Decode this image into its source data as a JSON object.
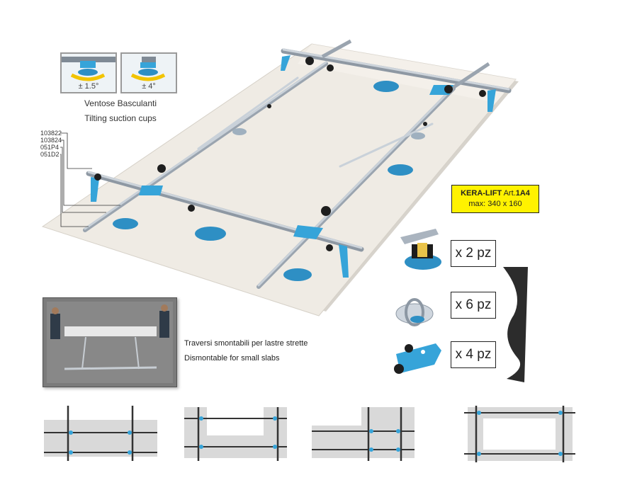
{
  "tilt": {
    "left_label": "± 1.5°",
    "right_label": "± 4°",
    "title_it": "Ventose Basculanti",
    "title_en": "Tilting suction cups"
  },
  "codes": [
    "103822",
    "103824",
    "051P4",
    "051D2"
  ],
  "product": {
    "name": "KERA-LIFT",
    "art_prefix": "Art.",
    "art": "1A4",
    "max": "max: 340 x 160"
  },
  "quantities": [
    {
      "label": "x 2 pz"
    },
    {
      "label": "x 6 pz"
    },
    {
      "label": "x 4 pz"
    }
  ],
  "dismount": {
    "text_it": "Traversi smontabili per lastre strette",
    "text_en": "Dismontable for small slabs"
  },
  "colors": {
    "frame": "#aeb8c4",
    "accent": "#36a4d9",
    "tag": "#fff200",
    "slab": "#ece8e1"
  }
}
